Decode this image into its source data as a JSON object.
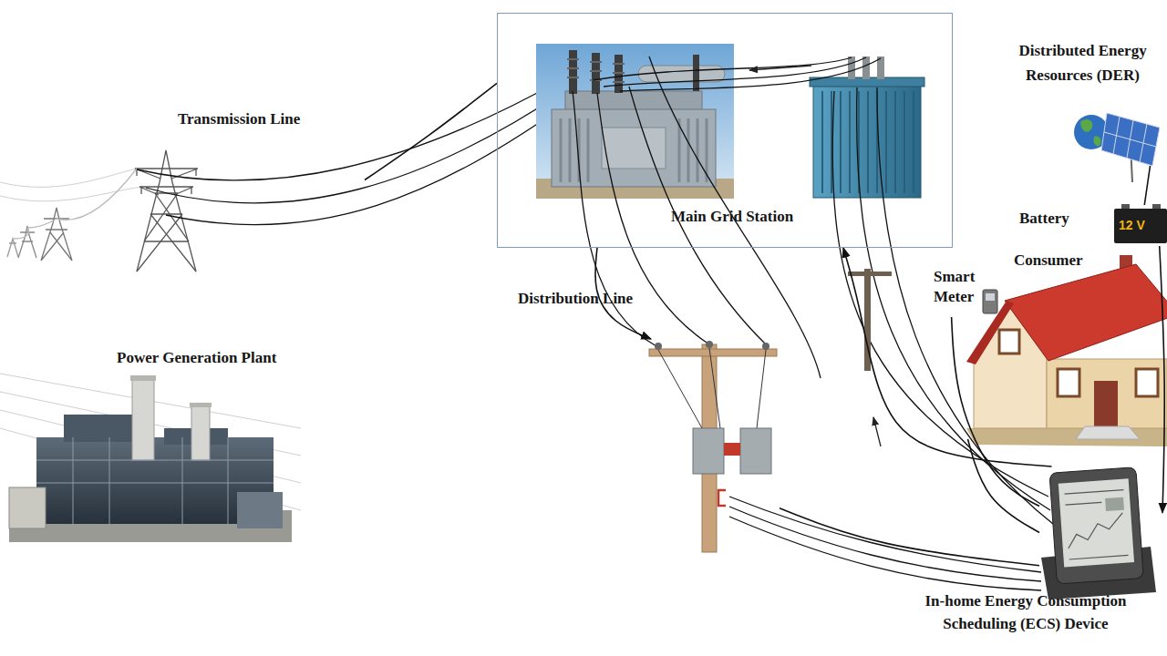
{
  "diagram": {
    "nodes": [
      {
        "text": [
          "Main Grid Station"
        ]
      },
      {
        "text": [
          "Transmission Line"
        ]
      },
      {
        "text": [
          "Power Generation Plant"
        ]
      },
      {
        "text": [
          "Distribution Line"
        ]
      },
      {
        "text": [
          "Consumer"
        ]
      },
      {
        "text": [
          "Smart Meter"
        ]
      },
      {
        "text": [
          "Distributed Energy Resources (DER)"
        ]
      },
      {
        "text": [
          "Battery",
          "12 V"
        ]
      },
      {
        "text": [
          "In-home Energy Consumption Scheduling (ECS) Device"
        ]
      }
    ],
    "edges": [
      {
        "from": 1,
        "to": 0,
        "arrow": "none"
      },
      {
        "from": 0,
        "to": 3,
        "arrow": "to"
      },
      {
        "from": 8,
        "to": 0,
        "arrow": "to"
      },
      {
        "from": 3,
        "to": 8,
        "arrow": "none"
      },
      {
        "from": 5,
        "to": 8,
        "arrow": "none"
      },
      {
        "from": 4,
        "to": 8,
        "arrow": "none"
      },
      {
        "from": 6,
        "to": 7,
        "arrow": "none"
      },
      {
        "from": 7,
        "to": 8,
        "arrow": "to"
      }
    ]
  }
}
